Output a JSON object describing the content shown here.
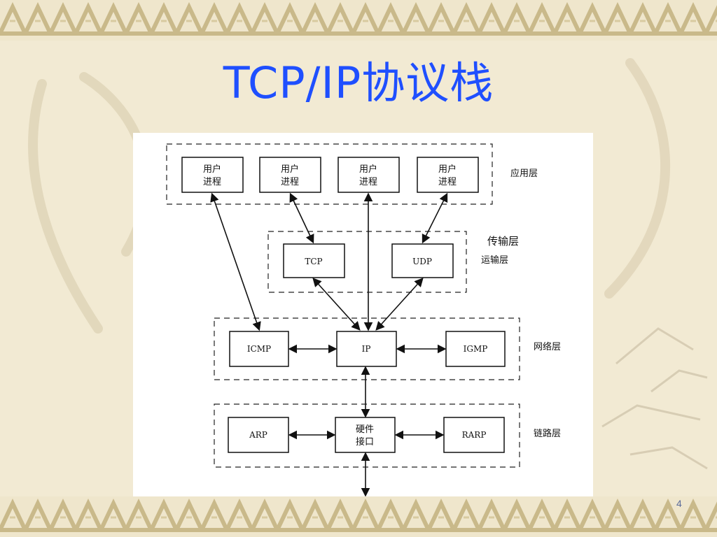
{
  "slide": {
    "title": "TCP/IP协议栈",
    "page_number": "4"
  },
  "diagram": {
    "layers": {
      "application": "应用层",
      "transport_top": "传输层",
      "transport_bottom": "运输层",
      "network": "网络层",
      "link": "链路层"
    },
    "nodes": {
      "user_process_1": [
        "用户",
        "进程"
      ],
      "user_process_2": [
        "用户",
        "进程"
      ],
      "user_process_3": [
        "用户",
        "进程"
      ],
      "user_process_4": [
        "用户",
        "进程"
      ],
      "tcp": "TCP",
      "udp": "UDP",
      "icmp": "ICMP",
      "ip": "IP",
      "igmp": "IGMP",
      "arp": "ARP",
      "hardware_interface": [
        "硬件",
        "接口"
      ],
      "rarp": "RARP"
    }
  },
  "colors": {
    "background": "#f2ead3",
    "border_pattern": "#c9b98a",
    "title": "#1f4fff",
    "panel": "#ffffff",
    "ink": "#111111"
  }
}
